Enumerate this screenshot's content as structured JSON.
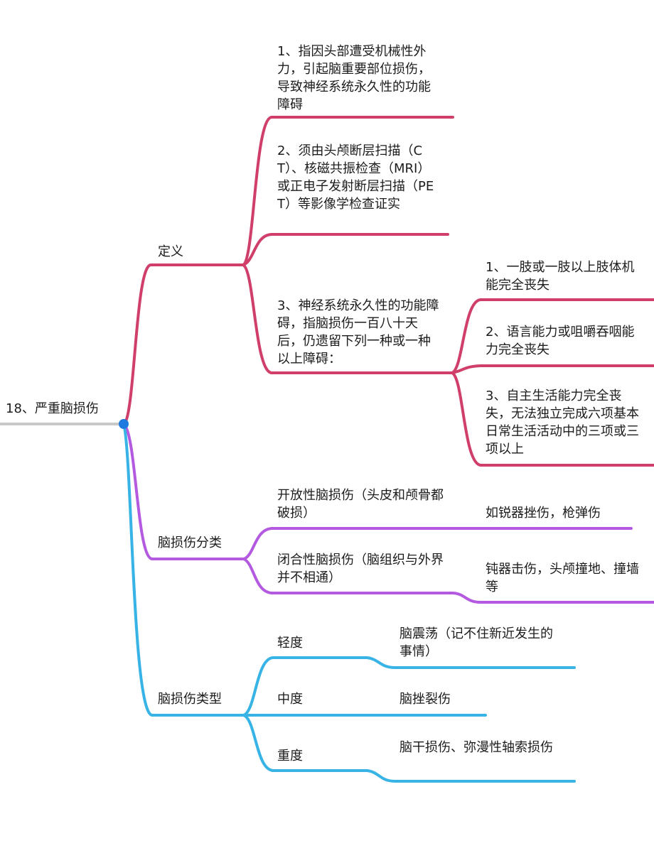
{
  "colors": {
    "root_line": "#c8c8c8",
    "root_dot": "#1f7ae0",
    "definition": "#d03f6a",
    "classification": "#b45ae0",
    "types": "#38b3e6"
  },
  "root": {
    "label": "18、严重脑损伤"
  },
  "definition": {
    "label": "定义",
    "items": [
      "1、指因头部遭受机械性外力，引起脑重要部位损伤，导致神经系统永久性的功能障碍",
      "2、须由头颅断层扫描（CT）、核磁共振检查（MRI）或正电子发射断层扫描（PET）等影像学检查证实",
      "3、神经系统永久性的功能障碍，指脑损伤一百八十天后，仍遗留下列一种或一种以上障碍："
    ],
    "sub_items": [
      "1、一肢或一肢以上肢体机能完全丧失",
      "2、语言能力或咀嚼吞咽能力完全丧失",
      "3、自主生活能力完全丧失，无法独立完成六项基本日常生活活动中的三项或三项以上"
    ]
  },
  "classification": {
    "label": "脑损伤分类",
    "items": [
      {
        "label": "开放性脑损伤（头皮和颅骨都破损）",
        "example": "如锐器挫伤，枪弹伤"
      },
      {
        "label": "闭合性脑损伤（脑组织与外界并不相通）",
        "example": "钝器击伤，头颅撞地、撞墙等"
      }
    ]
  },
  "types": {
    "label": "脑损伤类型",
    "items": [
      {
        "label": "轻度",
        "detail": "脑震荡（记不住新近发生的事情）"
      },
      {
        "label": "中度",
        "detail": "脑挫裂伤"
      },
      {
        "label": "重度",
        "detail": "脑干损伤、弥漫性轴索损伤"
      }
    ]
  }
}
